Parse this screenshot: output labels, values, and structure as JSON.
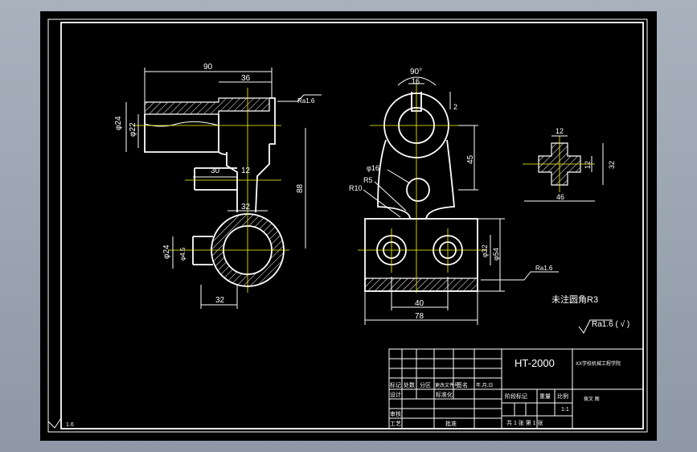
{
  "colors": {
    "background": "#000000",
    "lines": "#ffffff",
    "centerlines": "#ffff00",
    "app_frame": "#9aa3b0"
  },
  "front_view": {
    "dims": {
      "d90": "90",
      "d36": "36",
      "ra_top": "Ra1.6",
      "phi24": "φ24",
      "phi22": "φ22",
      "d30": "30",
      "d12": "12",
      "d88": "88",
      "d32_mid": "32",
      "phi24_bot": "φ24",
      "phi4": "φ4.5",
      "d32_bot": "32"
    }
  },
  "side_view": {
    "dims": {
      "angle": "90°",
      "d16": "16",
      "d2": "2",
      "d45": "45",
      "phi16": "φ16",
      "r5": "R5",
      "r10": "R10",
      "phi32": "φ32",
      "phi54": "φ54",
      "ra": "Ra1.6",
      "d40": "40",
      "d78": "78"
    }
  },
  "section_view": {
    "dims": {
      "d12_top": "12",
      "d12_side": "12",
      "d32": "32",
      "d46": "46"
    }
  },
  "notes": {
    "fillet": "未注圆角R3",
    "roughness": "Ra1.6 ( √ )",
    "corner_ra": "1.6"
  },
  "title_block": {
    "material": "HT-2000",
    "school": "XX学校机械工程学院",
    "part_name": "拨叉 图",
    "header_row": [
      "标记",
      "处数",
      "分区",
      "更改文件号",
      "签名",
      "年.月.日"
    ],
    "row_design": "设计",
    "row_standard": "标准化",
    "row_review": "审核",
    "row_process": "工艺",
    "row_approve": "批准",
    "stage_labels": [
      "阶段标记",
      "重量",
      "比例"
    ],
    "scale": "1:1",
    "sheets": "共 1 张  第 1 张"
  }
}
